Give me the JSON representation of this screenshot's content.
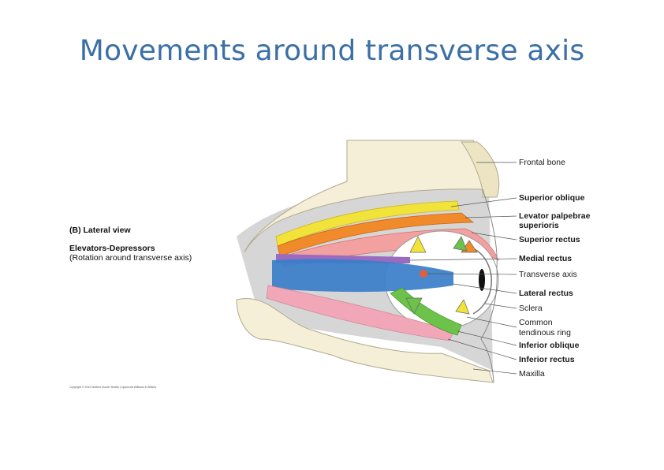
{
  "title": "Movements around transverse axis",
  "colors": {
    "title": "#3b6fa6",
    "bone": "#f4efd6",
    "orbit_fill": "#c9c9c9",
    "superior_oblique": "#f2e33a",
    "levator": "#f08a2a",
    "superior_rectus": "#f3a0a0",
    "medial_rectus": "#9a6bbf",
    "lateral_rectus": "#3a7ec9",
    "inferior_oblique": "#6cc24a",
    "inferior_rectus": "#f2a7b8",
    "axis_point": "#e0603a"
  },
  "caption": {
    "view": "(B) Lateral view",
    "heading": "Elevators-Depressors",
    "note": "(Rotation around transverse axis)"
  },
  "labels": {
    "frontal_bone": "Frontal bone",
    "superior_oblique": "Superior oblique",
    "levator_1": "Levator palpebrae",
    "levator_2": "superioris",
    "superior_rectus": "Superior rectus",
    "medial_rectus": "Medial rectus",
    "transverse_axis": "Transverse axis",
    "lateral_rectus": "Lateral rectus",
    "sclera": "Sclera",
    "common_1": "Common",
    "common_2": "tendinous ring",
    "inferior_oblique": "Inferior oblique",
    "inferior_rectus": "Inferior rectus",
    "maxilla": "Maxilla"
  },
  "copyright": "Copyright © 2012 Wolters Kluwer Health | Lippincott Williams & Wilkins"
}
